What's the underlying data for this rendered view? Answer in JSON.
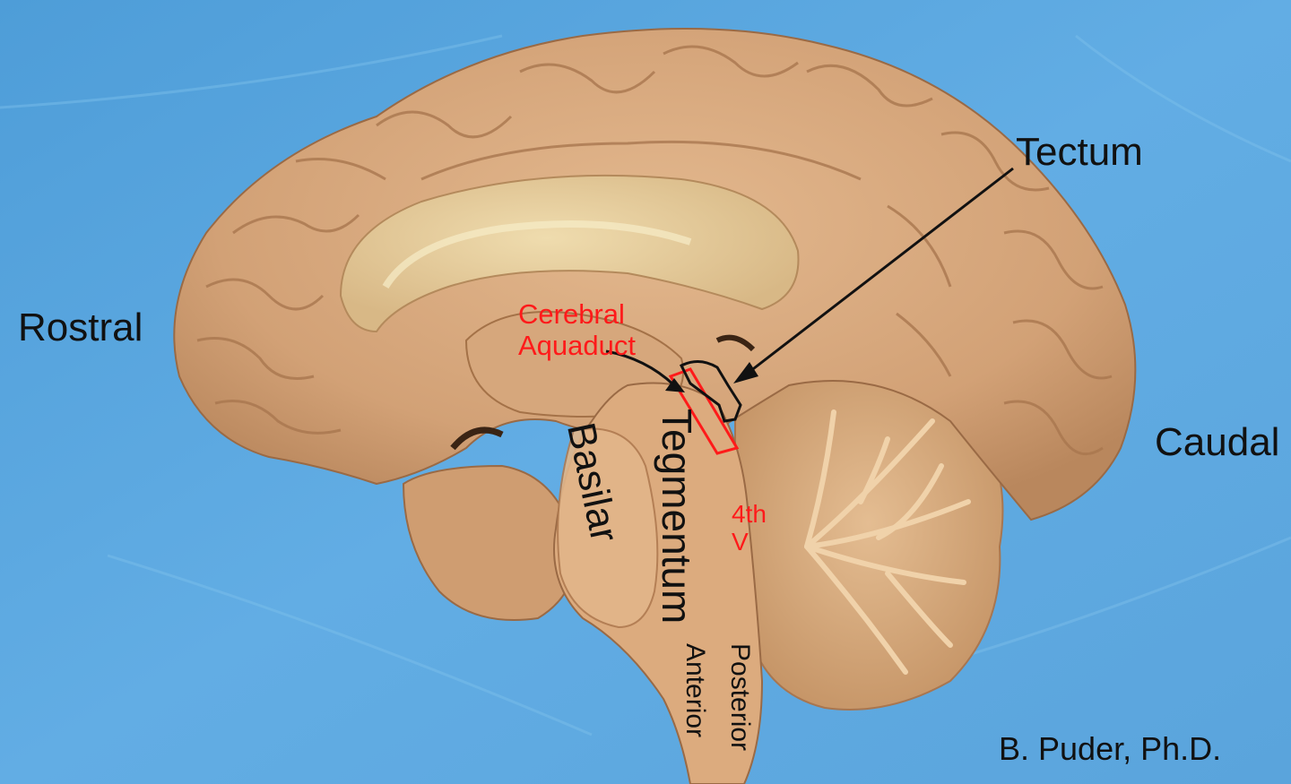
{
  "labels": {
    "rostral": "Rostral",
    "caudal": "Caudal",
    "tectum": "Tectum",
    "cerebral_aquaduct_line1": "Cerebral",
    "cerebral_aquaduct_line2": "Aquaduct",
    "basilar": "Basilar",
    "tegmentum": "Tegmentum",
    "fourth_ventricle_line1": "4th",
    "fourth_ventricle_line2": "V",
    "anterior": "Anterior",
    "posterior": "Posterior",
    "credit": "B. Puder, Ph.D."
  },
  "colors": {
    "background_blue": "#5ba6de",
    "brain_tissue": "#d4a57a",
    "label_black": "#111111",
    "label_red": "#ff1a1a"
  }
}
